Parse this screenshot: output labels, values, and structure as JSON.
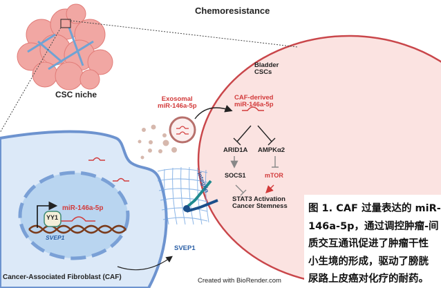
{
  "title": "Chemoresistance",
  "labels": {
    "csc_niche": "CSC niche",
    "bladder_cscs": "Bladder\nCSCs",
    "exosomal": "Exosomal\nmiR-146a-5p",
    "caf_derived": "CAF-derived\nmiR-146a-5p",
    "arid1a": "ARID1A",
    "ampk": "AMPKα2",
    "socs1": "SOCS1",
    "mtor": "mTOR",
    "stat3": "STAT3 Activation\nCancer Stemness",
    "integrin": "Integrin",
    "svep1_protein": "SVEP1",
    "yy1": "YY1",
    "mir_nucleus": "miR-146a-5p",
    "svep1_gene": "SVEP1",
    "caf": "Cancer-Associated Fibroblast (CAF)",
    "credit": "Created with BioRender.com"
  },
  "caption": [
    "图 1. CAF 过量表达的 miR-",
    "146a-5p，通过调控肿瘤-间",
    "质交互通讯促进了肿瘤干性",
    "小生境的形成，驱动了膀胱",
    "尿路上皮癌对化疗的耐药。"
  ],
  "colors": {
    "red": "#d23a3a",
    "csc_fill": "#fbe3e1",
    "caf_fill": "#dce9f8",
    "nucleus": "#b9d5f0",
    "membrane_blue": "#6d93cf"
  }
}
